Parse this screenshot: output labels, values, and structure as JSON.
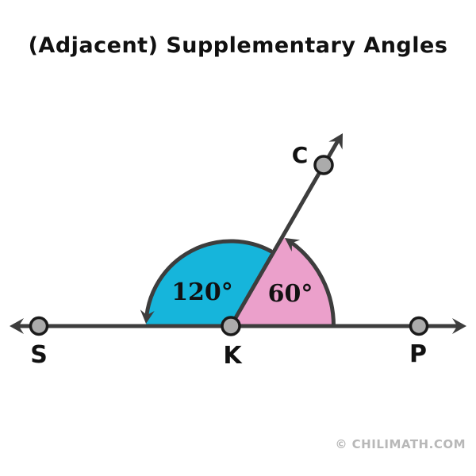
{
  "title": "(Adjacent) Supplementary Angles",
  "diagram": {
    "points": {
      "S": "S",
      "K": "K",
      "P": "P",
      "C": "C"
    },
    "angles": {
      "cyan_label": "120°",
      "pink_label": "60°"
    }
  },
  "watermark": "© CHILIMATH.COM",
  "colors": {
    "cyan": "#16B5DB",
    "pink": "#EBA0CB",
    "line": "#3D3D3D",
    "point_fill": "#ABABAB",
    "point_stroke": "#1A1A1A",
    "text": "#111111",
    "watermark": "#B8B8B8",
    "background": "#FFFFFF"
  }
}
